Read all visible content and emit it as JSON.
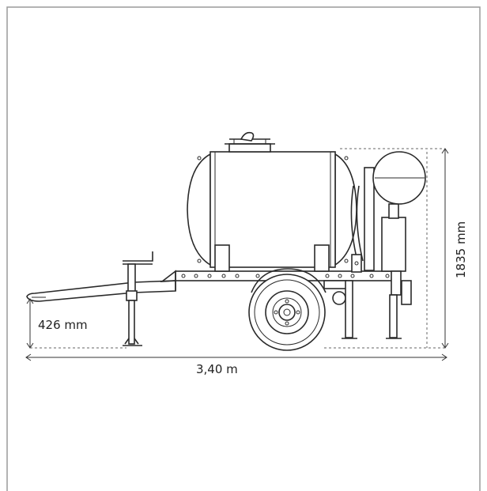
{
  "diagram": {
    "subject": "trailer-water-tank-side-view",
    "dimensions": {
      "hitch_height": "426 mm",
      "overall_length": "3,40 m",
      "overall_height": "1835 mm"
    },
    "colors": {
      "line": "#2a2a2a",
      "frame_border": "#9a9a9a",
      "background": "#ffffff"
    }
  }
}
